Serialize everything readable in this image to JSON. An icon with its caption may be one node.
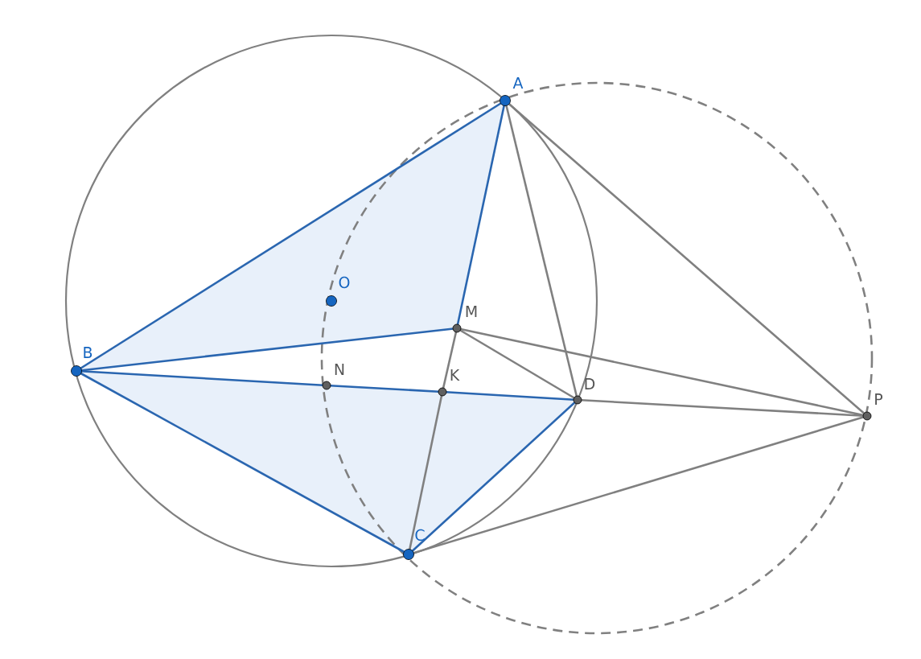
{
  "diagram": {
    "nodes": [
      {
        "text": [
          "A"
        ]
      },
      {
        "text": [
          "O"
        ]
      },
      {
        "text": [
          "M"
        ]
      },
      {
        "text": [
          "B"
        ]
      },
      {
        "text": [
          "N"
        ]
      },
      {
        "text": [
          "K"
        ]
      },
      {
        "text": [
          "D"
        ]
      },
      {
        "text": [
          "P"
        ]
      },
      {
        "text": [
          "C"
        ]
      }
    ],
    "edges": [
      {
        "from": 0,
        "to": 3,
        "arrow": "none",
        "color": "#2a66b0"
      },
      {
        "from": 0,
        "to": 2,
        "arrow": "none",
        "color": "#2a66b0"
      },
      {
        "from": 3,
        "to": 2,
        "arrow": "none",
        "color": "#2a66b0"
      },
      {
        "from": 3,
        "to": 4,
        "arrow": "none",
        "color": "#2a66b0"
      },
      {
        "from": 4,
        "to": 5,
        "arrow": "none",
        "color": "#2a66b0"
      },
      {
        "from": 5,
        "to": 6,
        "arrow": "none",
        "color": "#2a66b0"
      },
      {
        "from": 3,
        "to": 8,
        "arrow": "none",
        "color": "#2a66b0"
      },
      {
        "from": 8,
        "to": 6,
        "arrow": "none",
        "color": "#2a66b0"
      },
      {
        "from": 0,
        "to": 6,
        "arrow": "none",
        "color": "#808080"
      },
      {
        "from": 0,
        "to": 7,
        "arrow": "none",
        "color": "#808080"
      },
      {
        "from": 2,
        "to": 6,
        "arrow": "none",
        "color": "#808080"
      },
      {
        "from": 2,
        "to": 7,
        "arrow": "none",
        "color": "#808080"
      },
      {
        "from": 6,
        "to": 7,
        "arrow": "none",
        "color": "#808080"
      },
      {
        "from": 8,
        "to": 7,
        "arrow": "none",
        "color": "#808080"
      },
      {
        "from": 8,
        "to": 5,
        "arrow": "none",
        "color": "#808080"
      },
      {
        "from": 5,
        "to": 2,
        "arrow": "none",
        "color": "#808080"
      }
    ]
  }
}
